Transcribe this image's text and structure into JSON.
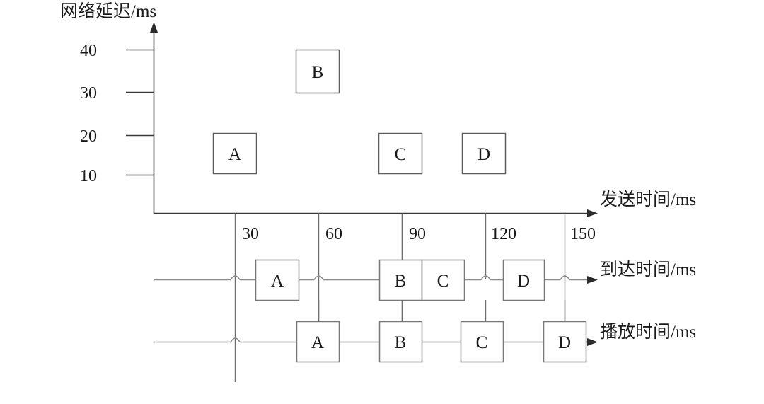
{
  "chart_data": {
    "type": "diagram",
    "title": "",
    "ylabel": "网络延迟/ms",
    "xlabel": "发送时间/ms",
    "yticks": [
      10,
      20,
      30,
      40
    ],
    "ytick_labels": [
      "10",
      "20",
      "30",
      "40"
    ],
    "xticks": [
      30,
      60,
      90,
      120,
      150
    ],
    "xtick_labels": [
      "30",
      "60",
      "90",
      "120",
      "150"
    ],
    "ylim": [
      0,
      45
    ],
    "xlim": [
      0,
      165
    ],
    "grid": "vertical-only",
    "legend": "none",
    "scatter_packets": [
      {
        "label": "A",
        "send_time": 30,
        "delay": 15
      },
      {
        "label": "B",
        "send_time": 60,
        "delay": 35
      },
      {
        "label": "C",
        "send_time": 90,
        "delay": 15
      },
      {
        "label": "D",
        "send_time": 120,
        "delay": 15
      }
    ],
    "rows": [
      {
        "name": "arrival",
        "label": "到达时间/ms",
        "packets": [
          {
            "label": "A",
            "time": 45
          },
          {
            "label": "B",
            "time": 90
          },
          {
            "label": "C",
            "time": 105
          },
          {
            "label": "D",
            "time": 135
          }
        ]
      },
      {
        "name": "playback",
        "label": "播放时间/ms",
        "packets": [
          {
            "label": "A",
            "time": 60
          },
          {
            "label": "B",
            "time": 90
          },
          {
            "label": "C",
            "time": 120
          },
          {
            "label": "D",
            "time": 150
          }
        ]
      }
    ]
  },
  "labels": {
    "y_axis": "网络延迟/ms",
    "x_axis": "发送时间/ms",
    "arrival_row": "到达时间/ms",
    "playback_row": "播放时间/ms"
  },
  "y_ticks": {
    "t40": "40",
    "t30": "30",
    "t20": "20",
    "t10": "10"
  },
  "x_ticks": {
    "t30": "30",
    "t60": "60",
    "t90": "90",
    "t120": "120",
    "t150": "150"
  },
  "scatter_boxes": {
    "a": "A",
    "b": "B",
    "c": "C",
    "d": "D"
  },
  "arrival_boxes": {
    "a": "A",
    "b": "B",
    "c": "C",
    "d": "D"
  },
  "playback_boxes": {
    "a": "A",
    "b": "B",
    "c": "C",
    "d": "D"
  },
  "colors": {
    "ink": "#1a1a1a",
    "axis": "#3a3a3a",
    "grid": "#6e6e6e",
    "line": "#8a8a8a",
    "box_border": "#777777",
    "background": "#ffffff"
  }
}
